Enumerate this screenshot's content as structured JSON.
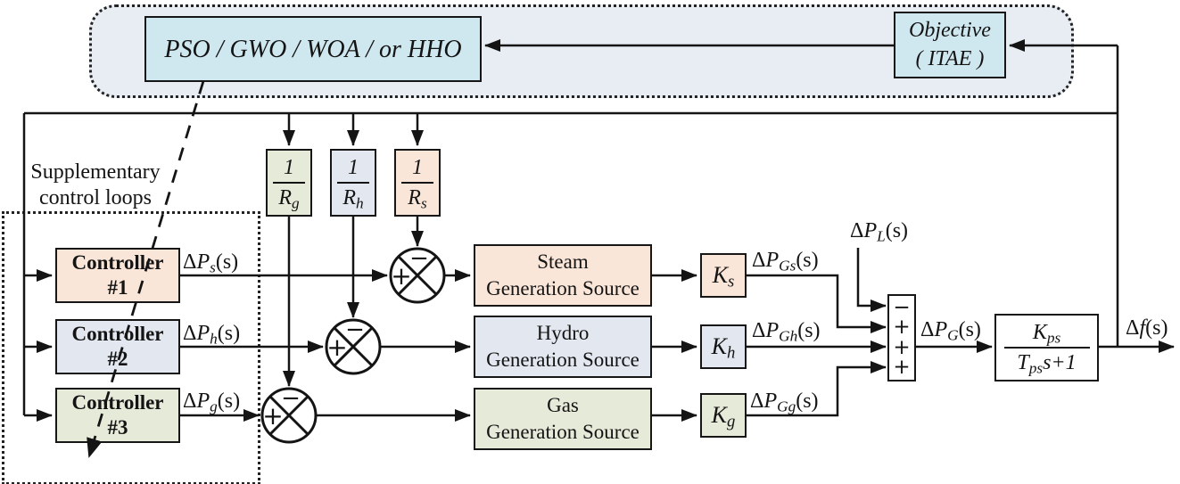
{
  "optimizer": {
    "label": "PSO / GWO / WOA / or HHO"
  },
  "objective": {
    "line1": "Objective",
    "line2": "( ITAE )"
  },
  "supplementary": {
    "line1": "Supplementary",
    "line2": "control loops"
  },
  "controllers": [
    {
      "name": "Controller",
      "number": "#1"
    },
    {
      "name": "Controller",
      "number": "#2"
    },
    {
      "name": "Controller",
      "number": "#3"
    }
  ],
  "droop": {
    "rg": {
      "num": "1",
      "den": "R",
      "sub": "g"
    },
    "rh": {
      "num": "1",
      "den": "R",
      "sub": "h"
    },
    "rs": {
      "num": "1",
      "den": "R",
      "sub": "s"
    }
  },
  "sources": {
    "steam": {
      "line1": "Steam",
      "line2": "Generation Source"
    },
    "hydro": {
      "line1": "Hydro",
      "line2": "Generation Source"
    },
    "gas": {
      "line1": "Gas",
      "line2": "Generation Source"
    }
  },
  "gains": {
    "ks": {
      "base": "K",
      "sub": "s"
    },
    "kh": {
      "base": "K",
      "sub": "h"
    },
    "kg": {
      "base": "K",
      "sub": "g"
    }
  },
  "power_system": {
    "num_base": "K",
    "num_sub": "ps",
    "den_base": "T",
    "den_sub": "ps",
    "den_tail": "s+1"
  },
  "summer": {
    "signs": [
      "−",
      "+",
      "+",
      "+"
    ]
  },
  "junctions": {
    "plus": "+",
    "minus": "−"
  },
  "signals": {
    "dps": {
      "d": "Δ",
      "base": "P",
      "sub": "s",
      "post": "(s)"
    },
    "dph": {
      "d": "Δ",
      "base": "P",
      "sub": "h",
      "post": "(s)"
    },
    "dpg": {
      "d": "Δ",
      "base": "P",
      "sub": "g",
      "post": "(s)"
    },
    "dpgs": {
      "d": "Δ",
      "base": "P",
      "sub": "Gs",
      "post": "(s)"
    },
    "dpgh": {
      "d": "Δ",
      "base": "P",
      "sub": "Gh",
      "post": "(s)"
    },
    "dpgg": {
      "d": "Δ",
      "base": "P",
      "sub": "Gg",
      "post": "(s)"
    },
    "dpl": {
      "d": "Δ",
      "base": "P",
      "sub": "L",
      "post": "(s)"
    },
    "dpgt": {
      "d": "Δ",
      "base": "P",
      "sub": "G",
      "post": "(s)"
    },
    "df": {
      "d": "Δ",
      "base": "f",
      "sub": "",
      "post": "(s)"
    }
  },
  "colors": {
    "peach": "#fae6d8",
    "blue": "#e2e7f0",
    "green": "#e6ead9",
    "cyan": "#cfe7ef",
    "panel_fill": "#e8ecf3",
    "line": "#141414"
  }
}
